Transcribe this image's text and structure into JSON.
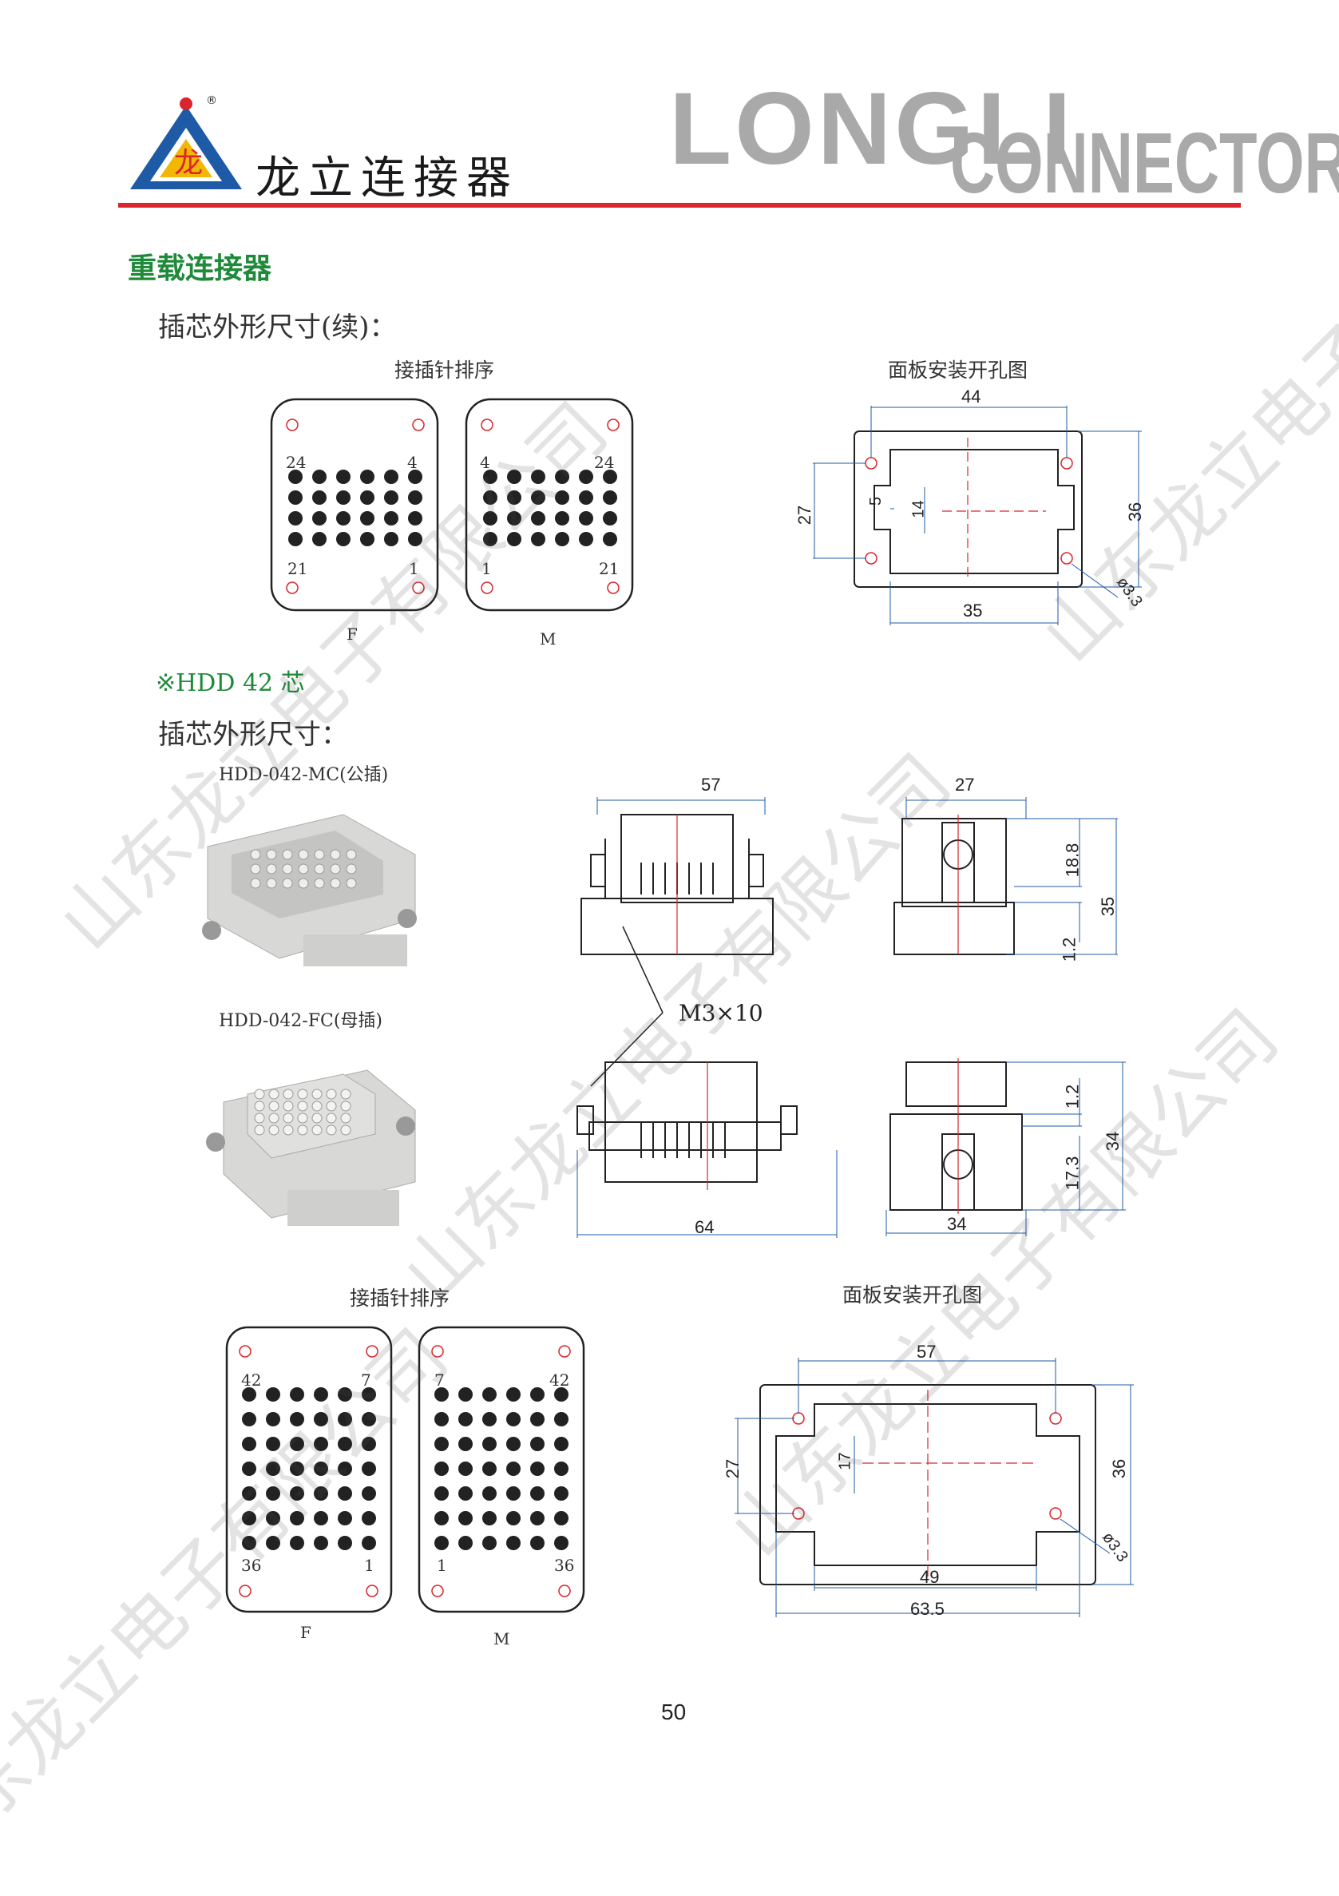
{
  "header": {
    "brand_cn": "龙立连接器",
    "wordmark_1": "LONGLI",
    "wordmark_2": "CONNECTOR",
    "registered": "®",
    "colors": {
      "rule": "#d9252b",
      "logo_blue": "#1f5aa6",
      "logo_yellow": "#f2b705",
      "green": "#1e8a3a",
      "drawing_red": "#d9252b"
    }
  },
  "section_title": "重载连接器",
  "part1": {
    "subtitle": "插芯外形尺寸(续)：",
    "pin_caption": "接插针排序",
    "panel_caption": "面板安装开孔图",
    "pinF": {
      "tl": "24",
      "tr": "4",
      "bl": "21",
      "br": "1",
      "label": "F"
    },
    "pinM": {
      "tl": "4",
      "tr": "24",
      "bl": "1",
      "br": "21",
      "label": "M"
    },
    "cutout": {
      "w": "44",
      "h_left": "27",
      "h_right": "36",
      "slot": "5",
      "inner": "14",
      "bottom": "35",
      "hole": "ø3.3"
    }
  },
  "part2": {
    "heading": "※HDD 42 芯",
    "subtitle": "插芯外形尺寸：",
    "male_caption": "HDD-042-MC(公插)",
    "female_caption": "HDD-042-FC(母插)",
    "screw_label": "M3×10",
    "male_dims": {
      "width": "57",
      "side_width": "27",
      "h1": "18.8",
      "h_total": "35",
      "h2": "1.2"
    },
    "female_dims": {
      "width": "64",
      "side_width": "34",
      "h1": "1.2",
      "h_total": "34",
      "h2": "17.3"
    },
    "pin_caption": "接插针排序",
    "panel_caption": "面板安装开孔图",
    "pinF": {
      "tl": "42",
      "tr": "7",
      "bl": "36",
      "br": "1",
      "label": "F"
    },
    "pinM": {
      "tl": "7",
      "tr": "42",
      "bl": "1",
      "br": "36",
      "label": "M"
    },
    "cutout": {
      "w": "57",
      "h_left": "27",
      "h_right": "36",
      "inner": "17",
      "bottom1": "49",
      "bottom2": "63.5",
      "hole": "ø3.3"
    }
  },
  "page_number": "50",
  "watermarks": [
    "山东龙立电子有限公司",
    "山东龙立电子有限公司",
    "山东龙立电子有限公司",
    "山东龙立电子有限公司",
    "山东龙立电子有限公司"
  ]
}
